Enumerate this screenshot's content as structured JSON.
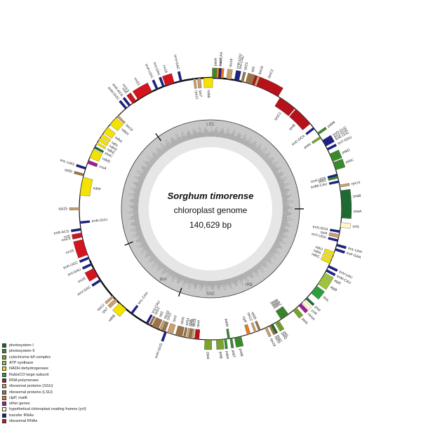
{
  "title": {
    "species": "Sorghum timorense",
    "subtitle": "chloroplast genome",
    "length": "140,629 bp"
  },
  "regions": [
    "LSC",
    "IRB",
    "SSC",
    "IRA"
  ],
  "legend": [
    {
      "label": "photosystem I",
      "color": "#1e6b32"
    },
    {
      "label": "photosystem II",
      "color": "#3a8a2c"
    },
    {
      "label": "cytochrome b/f complex",
      "color": "#7aa32e"
    },
    {
      "label": "ATP synthase",
      "color": "#9ec43a"
    },
    {
      "label": "NADH dehydrogenase",
      "color": "#f4e200"
    },
    {
      "label": "RubisCO large subunit",
      "color": "#2e9e3e"
    },
    {
      "label": "RNA polymerase",
      "color": "#b5121b"
    },
    {
      "label": "ribosomal proteins (SSU)",
      "color": "#c8a06e"
    },
    {
      "label": "ribosomal proteins (LSU)",
      "color": "#9a7446"
    },
    {
      "label": "clpP, matK",
      "color": "#e87b1e"
    },
    {
      "label": "other genes",
      "color": "#a11c8c"
    },
    {
      "label": "hypothetical chloroplast reading frames (ycf)",
      "color": "#fff6cc"
    },
    {
      "label": "transfer RNAs",
      "color": "#1b1f8a"
    },
    {
      "label": "ribosomal RNAs",
      "color": "#d4141e"
    }
  ],
  "genes": [
    {
      "label": "psbA",
      "angle": 2,
      "span": 2.5,
      "outside": true,
      "color": "#3a8a2c"
    },
    {
      "label": "matK",
      "angle": 4,
      "span": 3,
      "outside": true,
      "color": "#e87b1e"
    },
    {
      "label": "rps16",
      "angle": 8,
      "span": 2,
      "outside": true,
      "color": "#c8a06e"
    },
    {
      "label": "trnK-UUU",
      "angle": 11,
      "span": 1,
      "outside": true,
      "color": "#1b1f8a"
    },
    {
      "label": "rpoC2",
      "angle": 24,
      "span": 14,
      "outside": true,
      "color": "#b5121b"
    },
    {
      "label": "rpoC1",
      "angle": 36,
      "span": 8,
      "outside": false,
      "color": "#b5121b"
    },
    {
      "label": "rpoB",
      "angle": 45,
      "span": 9,
      "outside": false,
      "color": "#b5121b"
    },
    {
      "label": "trnC-GCA",
      "angle": 52,
      "span": 1,
      "outside": false,
      "color": "#1b1f8a"
    },
    {
      "label": "psbM",
      "angle": 55,
      "span": 1,
      "outside": true,
      "color": "#3a8a2c"
    },
    {
      "label": "petN",
      "angle": 57,
      "span": 1,
      "outside": false,
      "color": "#7aa32e"
    },
    {
      "label": "trnD-GUC",
      "angle": 59,
      "span": 1,
      "outside": true,
      "color": "#1b1f8a"
    },
    {
      "label": "trnY-GUA",
      "angle": 60,
      "span": 1,
      "outside": true,
      "color": "#1b1f8a"
    },
    {
      "label": "trnE-UUC",
      "angle": 61,
      "span": 1,
      "outside": true,
      "color": "#1b1f8a"
    },
    {
      "label": "trnT-GGU",
      "angle": 63,
      "span": 1,
      "outside": true,
      "color": "#1b1f8a"
    },
    {
      "label": "psbD",
      "angle": 67,
      "span": 3.5,
      "outside": true,
      "color": "#3a8a2c"
    },
    {
      "label": "psbC",
      "angle": 71,
      "span": 3.5,
      "outside": true,
      "color": "#3a8a2c"
    },
    {
      "label": "trnS-UGA",
      "angle": 75,
      "span": 1,
      "outside": false,
      "color": "#1b1f8a"
    },
    {
      "label": "psbZ",
      "angle": 76,
      "span": 1,
      "outside": false,
      "color": "#3a8a2c"
    },
    {
      "label": "trnfM-CAU",
      "angle": 78,
      "span": 1,
      "outside": false,
      "color": "#1b1f8a"
    },
    {
      "label": "rps14",
      "angle": 80,
      "span": 1,
      "outside": true,
      "color": "#c8a06e"
    },
    {
      "label": "psaB",
      "angle": 85,
      "span": 6,
      "outside": true,
      "color": "#1e6b32"
    },
    {
      "label": "psaA",
      "angle": 91,
      "span": 6,
      "outside": true,
      "color": "#1e6b32"
    },
    {
      "label": "ycf3",
      "angle": 97,
      "span": 2,
      "outside": true,
      "color": "#fff6cc"
    },
    {
      "label": "trnS-GGA",
      "angle": 100,
      "span": 1,
      "outside": false,
      "color": "#1b1f8a"
    },
    {
      "label": "rps4",
      "angle": 102,
      "span": 1.5,
      "outside": false,
      "color": "#c8a06e"
    },
    {
      "label": "trnT-UGU",
      "angle": 104,
      "span": 1,
      "outside": false,
      "color": "#1b1f8a"
    },
    {
      "label": "trnL-UAA",
      "angle": 106,
      "span": 1,
      "outside": true,
      "color": "#1b1f8a"
    },
    {
      "label": "trnF-GAA",
      "angle": 108,
      "span": 1,
      "outside": true,
      "color": "#1b1f8a"
    },
    {
      "label": "ndhJ",
      "angle": 110,
      "span": 1.5,
      "outside": false,
      "color": "#f4e200"
    },
    {
      "label": "ndhK",
      "angle": 112,
      "span": 1.5,
      "outside": false,
      "color": "#f4e200"
    },
    {
      "label": "ndhC",
      "angle": 114,
      "span": 1.5,
      "outside": false,
      "color": "#f4e200"
    },
    {
      "label": "trnV-UAC",
      "angle": 116,
      "span": 1,
      "outside": true,
      "color": "#1b1f8a"
    },
    {
      "label": "trnM-CAU",
      "angle": 118,
      "span": 1,
      "outside": true,
      "color": "#1b1f8a"
    },
    {
      "label": "atpE",
      "angle": 120,
      "span": 1.5,
      "outside": true,
      "color": "#9ec43a"
    },
    {
      "label": "atpB",
      "angle": 123,
      "span": 4,
      "outside": true,
      "color": "#9ec43a"
    },
    {
      "label": "rbcL",
      "angle": 128,
      "span": 4,
      "outside": true,
      "color": "#2e9e3e"
    },
    {
      "label": "psaI",
      "angle": 133,
      "span": 1,
      "outside": true,
      "color": "#1e6b32"
    },
    {
      "label": "ycf4",
      "angle": 135,
      "span": 1.5,
      "outside": true,
      "color": "#fff6cc"
    },
    {
      "label": "cemA",
      "angle": 137,
      "span": 1.5,
      "outside": true,
      "color": "#a11c8c"
    },
    {
      "label": "petA",
      "angle": 140,
      "span": 2,
      "outside": true,
      "color": "#7aa32e"
    },
    {
      "label": "psbJ",
      "angle": 144,
      "span": 1,
      "outside": false,
      "color": "#3a8a2c"
    },
    {
      "label": "psbL",
      "angle": 145,
      "span": 1,
      "outside": false,
      "color": "#3a8a2c"
    },
    {
      "label": "psbF",
      "angle": 146,
      "span": 1,
      "outside": false,
      "color": "#3a8a2c"
    },
    {
      "label": "psbE",
      "angle": 147,
      "span": 1,
      "outside": false,
      "color": "#3a8a2c"
    },
    {
      "label": "petL",
      "angle": 149,
      "span": 1,
      "outside": true,
      "color": "#7aa32e"
    },
    {
      "label": "petG",
      "angle": 150,
      "span": 1,
      "outside": true,
      "color": "#7aa32e"
    },
    {
      "label": "psaJ",
      "angle": 152,
      "span": 1,
      "outside": true,
      "color": "#1e6b32"
    },
    {
      "label": "rpl33",
      "angle": 153,
      "span": 1,
      "outside": true,
      "color": "#9a7446"
    },
    {
      "label": "rps18",
      "angle": 155,
      "span": 1,
      "outside": true,
      "color": "#c8a06e"
    },
    {
      "label": "rpl20",
      "angle": 158,
      "span": 1,
      "outside": false,
      "color": "#9a7446"
    },
    {
      "label": "rps12",
      "angle": 160,
      "span": 1,
      "outside": false,
      "color": "#c8a06e"
    },
    {
      "label": "clpP",
      "angle": 163,
      "span": 1.5,
      "outside": false,
      "color": "#e87b1e"
    },
    {
      "label": "psbB",
      "angle": 168,
      "span": 3,
      "outside": true,
      "color": "#3a8a2c"
    },
    {
      "label": "psbT",
      "angle": 171,
      "span": 1,
      "outside": true,
      "color": "#3a8a2c"
    },
    {
      "label": "psbN",
      "angle": 172,
      "span": 1,
      "outside": false,
      "color": "#3a8a2c"
    },
    {
      "label": "psbH",
      "angle": 173.5,
      "span": 1,
      "outside": true,
      "color": "#3a8a2c"
    },
    {
      "label": "petB",
      "angle": 176,
      "span": 3,
      "outside": true,
      "color": "#7aa32e"
    },
    {
      "label": "petD",
      "angle": 181,
      "span": 3,
      "outside": true,
      "color": "#7aa32e"
    },
    {
      "label": "rpoA",
      "angle": 186,
      "span": 2,
      "outside": false,
      "color": "#b5121b"
    },
    {
      "label": "rps11",
      "angle": 188,
      "span": 1,
      "outside": false,
      "color": "#c8a06e"
    },
    {
      "label": "rpl36",
      "angle": 189,
      "span": 1,
      "outside": false,
      "color": "#9a7446"
    },
    {
      "label": "rps8",
      "angle": 190,
      "span": 1,
      "outside": false,
      "color": "#c8a06e"
    },
    {
      "label": "rpl14",
      "angle": 191.5,
      "span": 1,
      "outside": false,
      "color": "#9a7446"
    },
    {
      "label": "rpl16",
      "angle": 194,
      "span": 3,
      "outside": false,
      "color": "#9a7446"
    },
    {
      "label": "rps3",
      "angle": 198,
      "span": 2.5,
      "outside": false,
      "color": "#c8a06e"
    },
    {
      "label": "rpl22",
      "angle": 201,
      "span": 1.5,
      "outside": false,
      "color": "#9a7446"
    },
    {
      "label": "rps19",
      "angle": 202.5,
      "span": 1,
      "outside": false,
      "color": "#c8a06e"
    },
    {
      "label": "rpl2",
      "angle": 205,
      "span": 3,
      "outside": false,
      "color": "#9a7446"
    },
    {
      "label": "rpl23",
      "angle": 207.5,
      "span": 1,
      "outside": false,
      "color": "#9a7446"
    },
    {
      "label": "trnI-CAU",
      "angle": 209,
      "span": 1,
      "outside": false,
      "color": "#1b1f8a"
    },
    {
      "label": "trnH-GUG",
      "angle": 200,
      "span": 1,
      "outside": true,
      "color": "#1b1f8a"
    },
    {
      "label": "trnL-CAA",
      "angle": 217,
      "span": 1,
      "outside": false,
      "color": "#1b1f8a"
    },
    {
      "label": "ndhB",
      "angle": 222,
      "span": 4,
      "outside": true,
      "color": "#f4e200"
    },
    {
      "label": "rps7",
      "angle": 226,
      "span": 1.5,
      "outside": true,
      "color": "#c8a06e"
    },
    {
      "label": "rps12",
      "angle": 228,
      "span": 1,
      "outside": true,
      "color": "#c8a06e"
    },
    {
      "label": "trnV-GAC",
      "angle": 237,
      "span": 1,
      "outside": true,
      "color": "#1b1f8a"
    },
    {
      "label": "rrn16",
      "angle": 241,
      "span": 4,
      "outside": true,
      "color": "#d4141e"
    },
    {
      "label": "trnI-GAU",
      "angle": 245,
      "span": 1,
      "outside": true,
      "color": "#1b1f8a"
    },
    {
      "label": "trnA-UGC",
      "angle": 248,
      "span": 1,
      "outside": true,
      "color": "#1b1f8a"
    },
    {
      "label": "rrn23",
      "angle": 253,
      "span": 7,
      "outside": true,
      "color": "#d4141e"
    },
    {
      "label": "rrn4.5",
      "angle": 258,
      "span": 1,
      "outside": true,
      "color": "#d4141e"
    },
    {
      "label": "rrn5",
      "angle": 259,
      "span": 1,
      "outside": true,
      "color": "#d4141e"
    },
    {
      "label": "trnR-ACG",
      "angle": 261,
      "span": 1,
      "outside": true,
      "color": "#1b1f8a"
    },
    {
      "label": "trnN-GUU",
      "angle": 264,
      "span": 1,
      "outside": false,
      "color": "#1b1f8a"
    },
    {
      "label": "rps15",
      "angle": 270,
      "span": 1,
      "outside": true,
      "color": "#c8a06e"
    },
    {
      "label": "ndhF",
      "angle": 280,
      "span": 8,
      "outside": false,
      "color": "#f4e200"
    },
    {
      "label": "rpl32",
      "angle": 285,
      "span": 1,
      "outside": true,
      "color": "#9a7446"
    },
    {
      "label": "trnL-UAG",
      "angle": 288,
      "span": 1,
      "outside": true,
      "color": "#1b1f8a"
    },
    {
      "label": "ccsA",
      "angle": 291,
      "span": 1.5,
      "outside": false,
      "color": "#a11c8c"
    },
    {
      "label": "ndhD",
      "angle": 295,
      "span": 4,
      "outside": false,
      "color": "#f4e200"
    },
    {
      "label": "psaC",
      "angle": 298,
      "span": 1,
      "outside": false,
      "color": "#1e6b32"
    },
    {
      "label": "ndhE",
      "angle": 300,
      "span": 1,
      "outside": false,
      "color": "#f4e200"
    },
    {
      "label": "ndhG",
      "angle": 302,
      "span": 1.5,
      "outside": false,
      "color": "#f4e200"
    },
    {
      "label": "ndhI",
      "angle": 304,
      "span": 1.5,
      "outside": false,
      "color": "#f4e200"
    },
    {
      "label": "ndhA",
      "angle": 307,
      "span": 3,
      "outside": false,
      "color": "#f4e200"
    },
    {
      "label": "ndhH",
      "angle": 312,
      "span": 4,
      "outside": false,
      "color": "#f4e200"
    },
    {
      "label": "rps15",
      "angle": 315,
      "span": 1,
      "outside": false,
      "color": "#c8a06e"
    },
    {
      "label": "trnN-GUU",
      "angle": 320,
      "span": 1,
      "outside": true,
      "color": "#1b1f8a"
    },
    {
      "label": "trnR-ACG",
      "angle": 322,
      "span": 1,
      "outside": true,
      "color": "#1b1f8a"
    },
    {
      "label": "rrn5",
      "angle": 324,
      "span": 1,
      "outside": true,
      "color": "#d4141e"
    },
    {
      "label": "rrn4.5",
      "angle": 325,
      "span": 1,
      "outside": true,
      "color": "#d4141e"
    },
    {
      "label": "rrn23",
      "angle": 330,
      "span": 7,
      "outside": true,
      "color": "#d4141e"
    },
    {
      "label": "trnA-UGC",
      "angle": 336,
      "span": 1,
      "outside": true,
      "color": "#1b1f8a"
    },
    {
      "label": "trnI-GAU",
      "angle": 339,
      "span": 1,
      "outside": true,
      "color": "#1b1f8a"
    },
    {
      "label": "rrn16",
      "angle": 342,
      "span": 4,
      "outside": true,
      "color": "#d4141e"
    },
    {
      "label": "trnV-GAC",
      "angle": 347,
      "span": 1,
      "outside": true,
      "color": "#1b1f8a"
    },
    {
      "label": "rps12",
      "angle": 353,
      "span": 1,
      "outside": false,
      "color": "#c8a06e"
    },
    {
      "label": "rps7",
      "angle": 355,
      "span": 1.5,
      "outside": false,
      "color": "#c8a06e"
    },
    {
      "label": "ndhB",
      "angle": 359,
      "span": 4,
      "outside": false,
      "color": "#f4e200"
    },
    {
      "label": "trnL-CAA",
      "angle": 364,
      "span": 1,
      "outside": true,
      "color": "#1b1f8a"
    },
    {
      "label": "trnI-CAU",
      "angle": 372,
      "span": 1,
      "outside": true,
      "color": "#1b1f8a"
    },
    {
      "label": "rpl23",
      "angle": 374,
      "span": 1,
      "outside": true,
      "color": "#9a7446"
    },
    {
      "label": "rpl2",
      "angle": 377,
      "span": 3,
      "outside": true,
      "color": "#9a7446"
    },
    {
      "label": "rps19",
      "angle": 380,
      "span": 1,
      "outside": true,
      "color": "#c8a06e"
    }
  ]
}
